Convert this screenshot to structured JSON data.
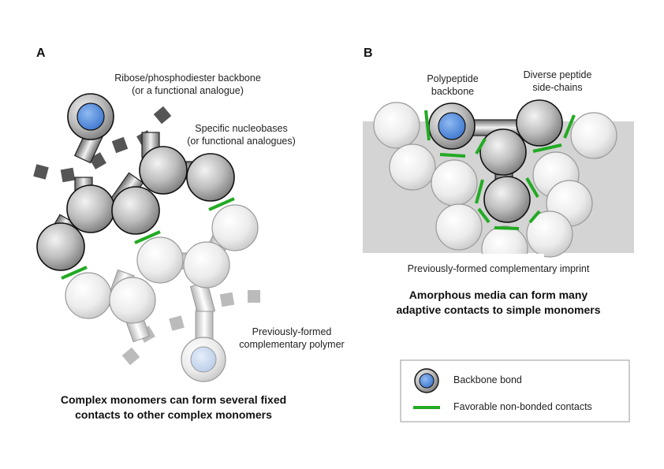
{
  "panel_a": {
    "letter": "A",
    "label_backbone": "Ribose/phosphodiester backbone",
    "label_backbone_sub": "(or a functional analogue)",
    "label_bases": "Specific nucleobases",
    "label_bases_sub": "(or functional analogues)",
    "label_polymer": "Previously-formed",
    "label_polymer_sub": "complementary polymer",
    "caption_line1": "Complex monomers can form several fixed",
    "caption_line2": "contacts to other complex monomers"
  },
  "panel_b": {
    "letter": "B",
    "label_poly": "Polypeptide",
    "label_poly_sub": "backbone",
    "label_side": "Diverse peptide",
    "label_side_sub": "side-chains",
    "imprint": "Previously-formed complementary imprint",
    "caption_line1": "Amorphous media can form many",
    "caption_line2": "adaptive contacts to simple monomers"
  },
  "legend": {
    "backbone": "Backbone bond",
    "contacts": "Favorable non-bonded contacts"
  },
  "colors": {
    "contact": "#22aa22",
    "backbone": "#5b95e0",
    "imprint_bg": "#d4d4d4",
    "dark_dash": "#555555",
    "light_dash": "#bbbbbb"
  }
}
